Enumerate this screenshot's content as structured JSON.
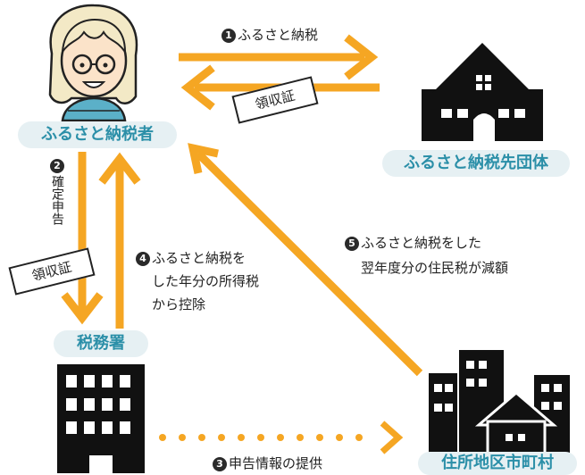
{
  "entities": {
    "donor": "ふるさと納税者",
    "recipient_municipality": "ふるさと納税先団体",
    "tax_office": "税務署",
    "residence_municipality": "住所地区市町村"
  },
  "flows": {
    "f1": {
      "num": "1",
      "text": "ふるさと納税"
    },
    "f2": {
      "num": "2",
      "text": "確定申告"
    },
    "f3": {
      "num": "3",
      "text": "申告情報の提供"
    },
    "f4": {
      "num": "4",
      "line1": "ふるさと納税を",
      "line2": "した年分の所得税",
      "line3": "から控除"
    },
    "f5": {
      "num": "5",
      "line1": "ふるさと納税をした",
      "line2": "翌年度分の住民税が減額"
    }
  },
  "receipts": {
    "top": "領収証",
    "left": "領収証"
  },
  "colors": {
    "arrow": "#f5a623",
    "pill_bg": "#e6f0f3",
    "pill_text": "#2b8fa8",
    "building": "#111111"
  }
}
